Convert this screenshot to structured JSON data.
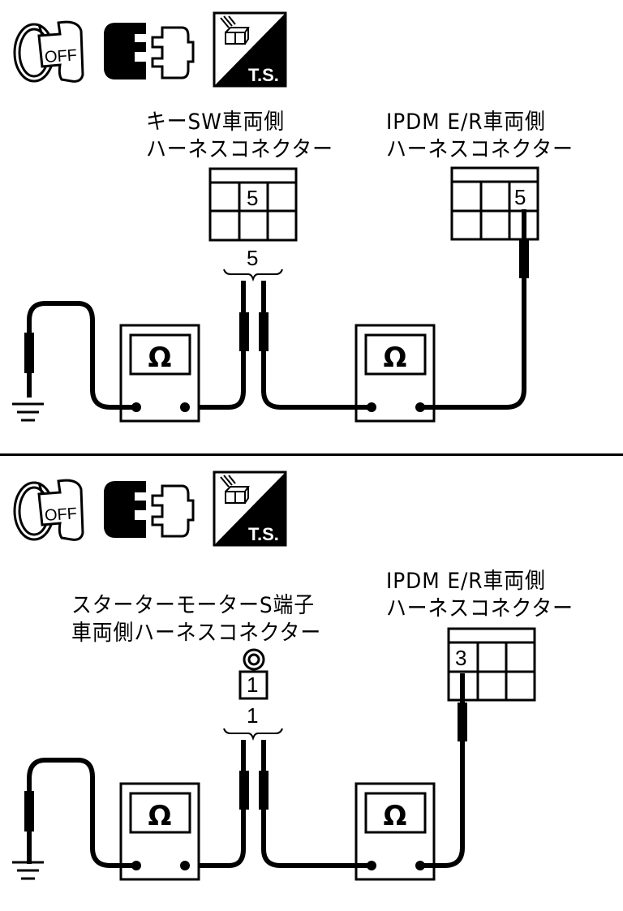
{
  "diagram": {
    "type": "continuity-check-wiring-diagram",
    "panels": [
      {
        "id": "top",
        "icons": [
          "ignition-key-off-icon",
          "connector-disconnect-icon",
          "tester-ts-icon"
        ],
        "icon_text": {
          "key": "OFF",
          "tester": "T.S."
        },
        "connector_a": {
          "label_line1": "キーSW車両側",
          "label_line2": "ハーネスコネクター",
          "terminal": "5",
          "probe_label": "5"
        },
        "connector_b": {
          "label_line1": "IPDM E/R車両側",
          "label_line2": "ハーネスコネクター",
          "terminal": "5"
        },
        "meters": [
          {
            "symbol": "Ω",
            "connects": "ground ↔ キーSW 5"
          },
          {
            "symbol": "Ω",
            "connects": "キーSW 5 ↔ IPDM E/R 5"
          }
        ],
        "ground": "ground-icon"
      },
      {
        "id": "bottom",
        "icons": [
          "ignition-key-off-icon",
          "connector-disconnect-icon",
          "tester-ts-icon"
        ],
        "icon_text": {
          "key": "OFF",
          "tester": "T.S."
        },
        "connector_a": {
          "label_line1": "スターターモーターS端子",
          "label_line2": "車両側ハーネスコネクター",
          "terminal": "1",
          "probe_label": "1"
        },
        "connector_b": {
          "label_line1": "IPDM E/R車両側",
          "label_line2": "ハーネスコネクター",
          "terminal": "3"
        },
        "meters": [
          {
            "symbol": "Ω",
            "connects": "ground ↔ S端子 1"
          },
          {
            "symbol": "Ω",
            "connects": "S端子 1 ↔ IPDM E/R 3"
          }
        ],
        "ground": "ground-icon"
      }
    ]
  }
}
